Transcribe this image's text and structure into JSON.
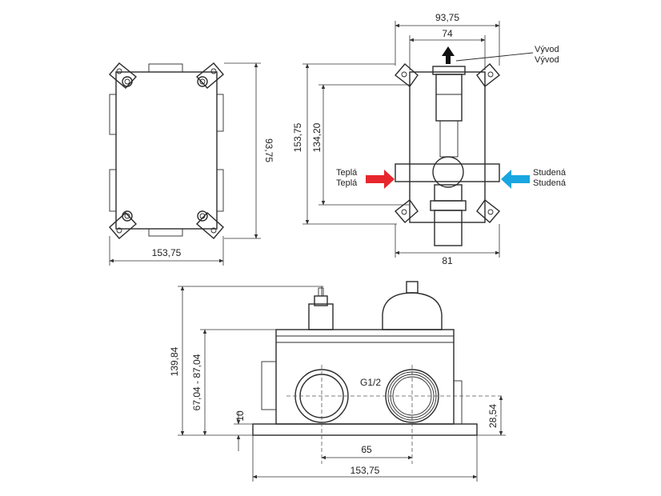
{
  "colors": {
    "hot": "#e8262d",
    "cold": "#1aa6e0",
    "outlet": "#111111",
    "line": "#2b2b2b"
  },
  "icons": {
    "outlet_arrow": "arrow-up-icon",
    "hot_arrow": "arrow-right-icon",
    "cold_arrow": "arrow-left-icon"
  },
  "front_view": {
    "height": "93,75",
    "width": "153,75"
  },
  "side_view": {
    "top_outer": "93,75",
    "top_inner": "74",
    "height_outer": "153,75",
    "height_inner": "134,20",
    "bottom": "81",
    "outlet_label_1": "Vývod",
    "outlet_label_2": "Vývod",
    "hot_label_1": "Teplá",
    "hot_label_2": "Teplá",
    "cold_label_1": "Studená",
    "cold_label_2": "Studená"
  },
  "bottom_view": {
    "height_total": "139,84",
    "height_range": "67,04 - 87,04",
    "offset": "10",
    "thread": "G1/2",
    "port_height": "28,54",
    "port_spacing": "65",
    "width": "153,75"
  }
}
